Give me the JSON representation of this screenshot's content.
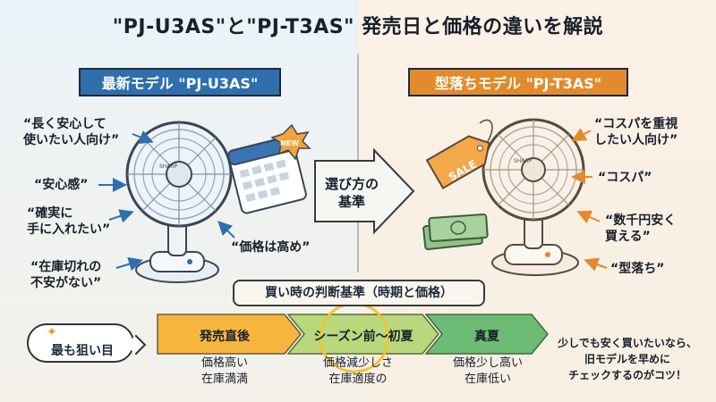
{
  "title": "\"PJ-U3AS\"と\"PJ-T3AS\" 発売日と価格の違いを解説",
  "left": {
    "ribbon": "最新モデル \"PJ-U3AS\"",
    "labels": [
      "“長く安心して\n使いたい人向け”",
      "“安心感”",
      "“確実に\n手に入れたい”",
      "“在庫切れの\n不安がない”",
      "“価格は高め”"
    ],
    "badge": "NEW",
    "fan_brand": "SHARP"
  },
  "right": {
    "ribbon": "型落ちモデル \"PJ-T3AS\"",
    "labels": [
      "“コスパを重視\nしたい人向け”",
      "“コスパ”",
      "“数千円安く\n買える”",
      "“型落ち”"
    ],
    "tag": "SALE",
    "fan_brand": "SHARP"
  },
  "center": {
    "text": "選び方の\n基準"
  },
  "timeline": {
    "heading": "買い時の判断基準（時期と価格）",
    "bubble": "最も狙い目",
    "stages": [
      {
        "title": "発売直後",
        "desc": "価格高い\n在庫満満"
      },
      {
        "title": "シーズン前〜初夏",
        "desc": "価格減少しさ\n在庫適度の"
      },
      {
        "title": "真夏",
        "desc": "価格少し高い\n在庫低い"
      }
    ],
    "tip": "少しでも安く買いたいなら、\n旧モデルを早めに\nチェックするのがコツ！"
  },
  "colors": {
    "blue": "#2f6fae",
    "orange": "#e38a2c",
    "stage1": "#f6b63e",
    "stage2": "#b9d77c",
    "stage3": "#6dbb74",
    "highlight": "#f2c230"
  }
}
